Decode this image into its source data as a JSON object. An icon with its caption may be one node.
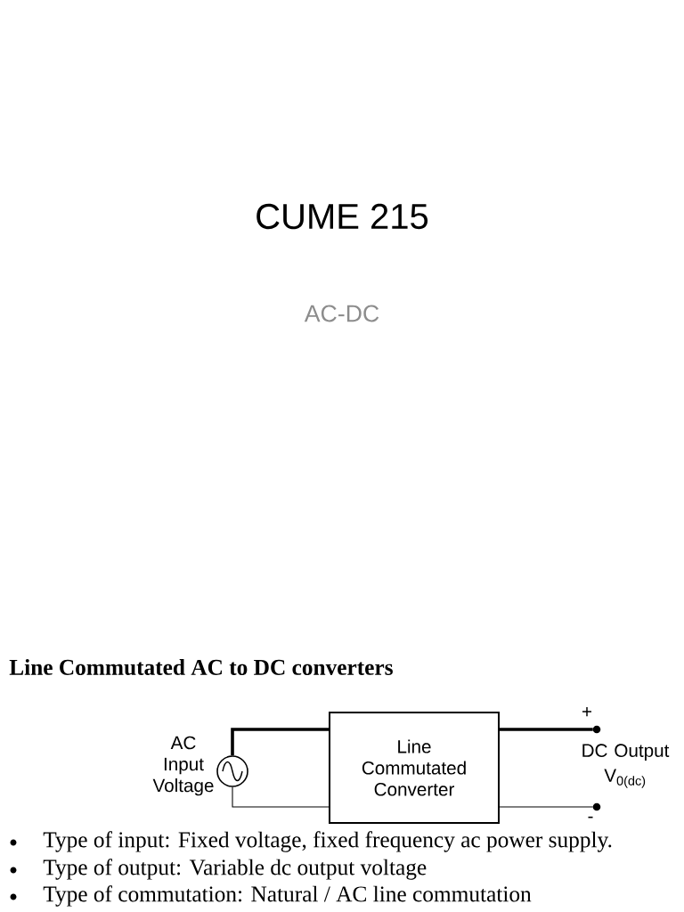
{
  "diagram": {
    "title": "CUME 215",
    "nodes": [
      {
        "text": [],
        "shape": "circle",
        "beside": [
          "AC Input Voltage"
        ]
      },
      {
        "text": [
          "Line Commutated Converter"
        ]
      },
      {
        "text": [],
        "shape": "circle",
        "beside": [
          "+"
        ]
      },
      {
        "text": [],
        "shape": "circle",
        "beside": [
          "-"
        ]
      }
    ],
    "edges": [
      {
        "from": 0,
        "to": 1,
        "arrow": "none",
        "style": "thick"
      },
      {
        "from": 0,
        "to": 1,
        "arrow": "none"
      },
      {
        "from": 1,
        "to": 2,
        "arrow": "none",
        "style": "thick"
      },
      {
        "from": 1,
        "to": 3,
        "arrow": "none"
      }
    ],
    "labels": [
      "AC-DC",
      "Line Commutated AC to DC converters",
      "DC Output V$_{0(dc)}$",
      "Type of input: Fixed voltage, fixed frequency ac power supply.",
      "Type of output: Variable dc output voltage",
      "Type of commutation: Natural / AC line commutation"
    ]
  }
}
